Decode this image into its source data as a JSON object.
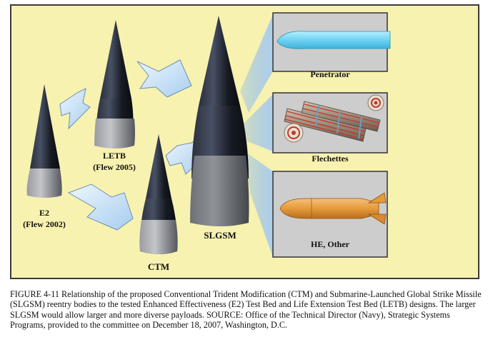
{
  "vehicles": {
    "e2": {
      "name": "E2",
      "sub": "(Flew 2002)"
    },
    "letb": {
      "name": "LETB",
      "sub": "(Flew 2005)"
    },
    "ctm": {
      "name": "CTM"
    },
    "slgsm": {
      "name": "SLGSM"
    }
  },
  "payloads": [
    {
      "label": "Penetrator"
    },
    {
      "label": "Flechettes"
    },
    {
      "label": "HE, Other"
    }
  ],
  "caption": "FIGURE 4-11  Relationship of the proposed Conventional Trident Modification (CTM) and Submarine-Launched Global Strike Missile (SLGSM) reentry bodies to the tested Enhanced Effectiveness (E2) Test Bed and Life Extension Test Bed (LETB) designs.  The larger SLGSM would allow larger and more diverse payloads.  SOURCE: Office of the Technical Director (Navy), Strategic Systems Programs, provided to the committee on December 18, 2007, Washington, D.C.",
  "colors": {
    "background": "#f8f2b0",
    "cone_dark": "#12151c",
    "cone_mid": "#2c3240",
    "cone_base": "#7b7e84",
    "arrow_fill": "#d6e9f8",
    "panel": "#cdcdcd",
    "beam": "#a9ccf0",
    "penetrator": "#7fd8f5",
    "he_body": "#e59a3a",
    "flechette": "#9b8a7a"
  }
}
